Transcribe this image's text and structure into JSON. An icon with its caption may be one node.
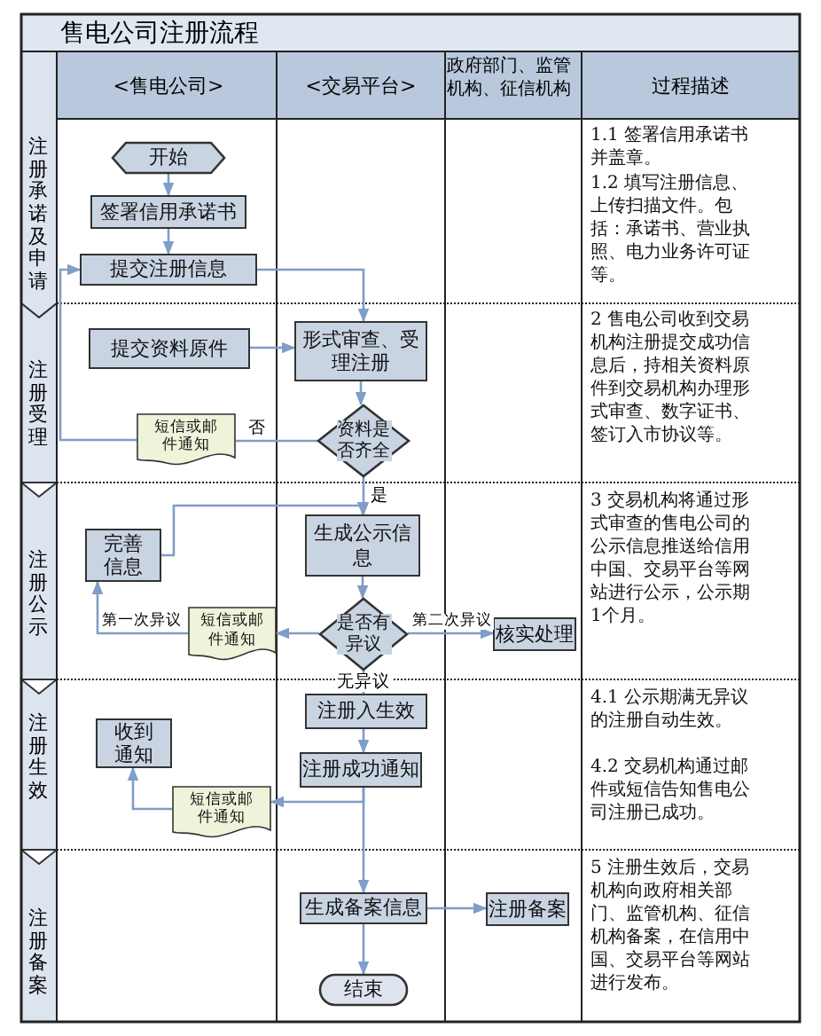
{
  "diagram": {
    "title": "售电公司注册流程",
    "nodes": [
      {
        "text": [
          "开始"
        ]
      },
      {
        "text": [
          "签署信用承诺书"
        ]
      },
      {
        "text": [
          "提交注册信息"
        ]
      },
      {
        "text": [
          "提交资料原件"
        ]
      },
      {
        "text": [
          "形式审查、受理注册"
        ]
      },
      {
        "text": [
          "资料是否齐全"
        ]
      },
      {
        "text": [
          "短信或邮件通知"
        ]
      },
      {
        "text": [
          "完善信息"
        ]
      },
      {
        "text": [
          "生成公示信息"
        ]
      },
      {
        "text": [
          "是否有异议"
        ]
      },
      {
        "text": [
          "短信或邮件通知"
        ]
      },
      {
        "text": [
          "核实处理"
        ]
      },
      {
        "text": [
          "注册入生效"
        ]
      },
      {
        "text": [
          "注册成功通知"
        ]
      },
      {
        "text": [
          "收到通知"
        ]
      },
      {
        "text": [
          "短信或邮件通知"
        ]
      },
      {
        "text": [
          "生成备案信息"
        ]
      },
      {
        "text": [
          "注册备案"
        ]
      },
      {
        "text": [
          "结束"
        ]
      }
    ],
    "edges": [
      {
        "from": 0,
        "to": 1,
        "arrow": "to"
      },
      {
        "from": 1,
        "to": 2,
        "arrow": "to"
      },
      {
        "from": 2,
        "to": 4,
        "arrow": "to"
      },
      {
        "from": 3,
        "to": 4,
        "arrow": "to"
      },
      {
        "from": 4,
        "to": 5,
        "arrow": "to"
      },
      {
        "from": 5,
        "to": 6,
        "arrow": "none",
        "label": "否"
      },
      {
        "from": 6,
        "to": 2,
        "arrow": "to"
      },
      {
        "from": 5,
        "to": 8,
        "arrow": "to",
        "label": "是"
      },
      {
        "from": 7,
        "to": 8,
        "arrow": "to"
      },
      {
        "from": 8,
        "to": 9,
        "arrow": "to"
      },
      {
        "from": 9,
        "to": 10,
        "arrow": "to"
      },
      {
        "from": 10,
        "to": 7,
        "arrow": "to",
        "label": "第一次异议"
      },
      {
        "from": 9,
        "to": 11,
        "arrow": "to",
        "label": "第二次异议"
      },
      {
        "from": 9,
        "to": 12,
        "arrow": "to",
        "label": "无异议"
      },
      {
        "from": 12,
        "to": 13,
        "arrow": "to"
      },
      {
        "from": 13,
        "to": 15,
        "arrow": "to"
      },
      {
        "from": 15,
        "to": 14,
        "arrow": "to"
      },
      {
        "from": 13,
        "to": 16,
        "arrow": "to"
      },
      {
        "from": 16,
        "to": 17,
        "arrow": "to"
      },
      {
        "from": 16,
        "to": 18,
        "arrow": "to"
      }
    ],
    "labels": [
      "<售电公司>",
      "<交易平台>",
      "政府部门、监管机构、征信机构",
      "过程描述",
      "注册承诺及申请",
      "1.1 签署信用承诺书并盖章。",
      "1.2 填写注册信息、上传扫描文件。包括：承诺书、营业执照、电力业务许可证等。",
      "注册受理",
      "2 售电公司收到交易机构注册提交成功信息后，持相关资料原件到交易机构办理形式审查、数字证书、签订入市协议等。",
      "注册公示",
      "3 交易机构将通过形式审查的售电公司的公示信息推送给信用中国、交易平台等网站进行公示，公示期1个月。",
      "注册生效",
      "4.1 公示期满无异议的注册自动生效。",
      "4.2 交易机构通过邮件或短信告知售电公司注册已成功。",
      "注册备案",
      "5 注册生效后，交易机构向政府相关部门、监管机构、征信机构备案，在信用中国、交易平台等网站进行发布。"
    ]
  }
}
